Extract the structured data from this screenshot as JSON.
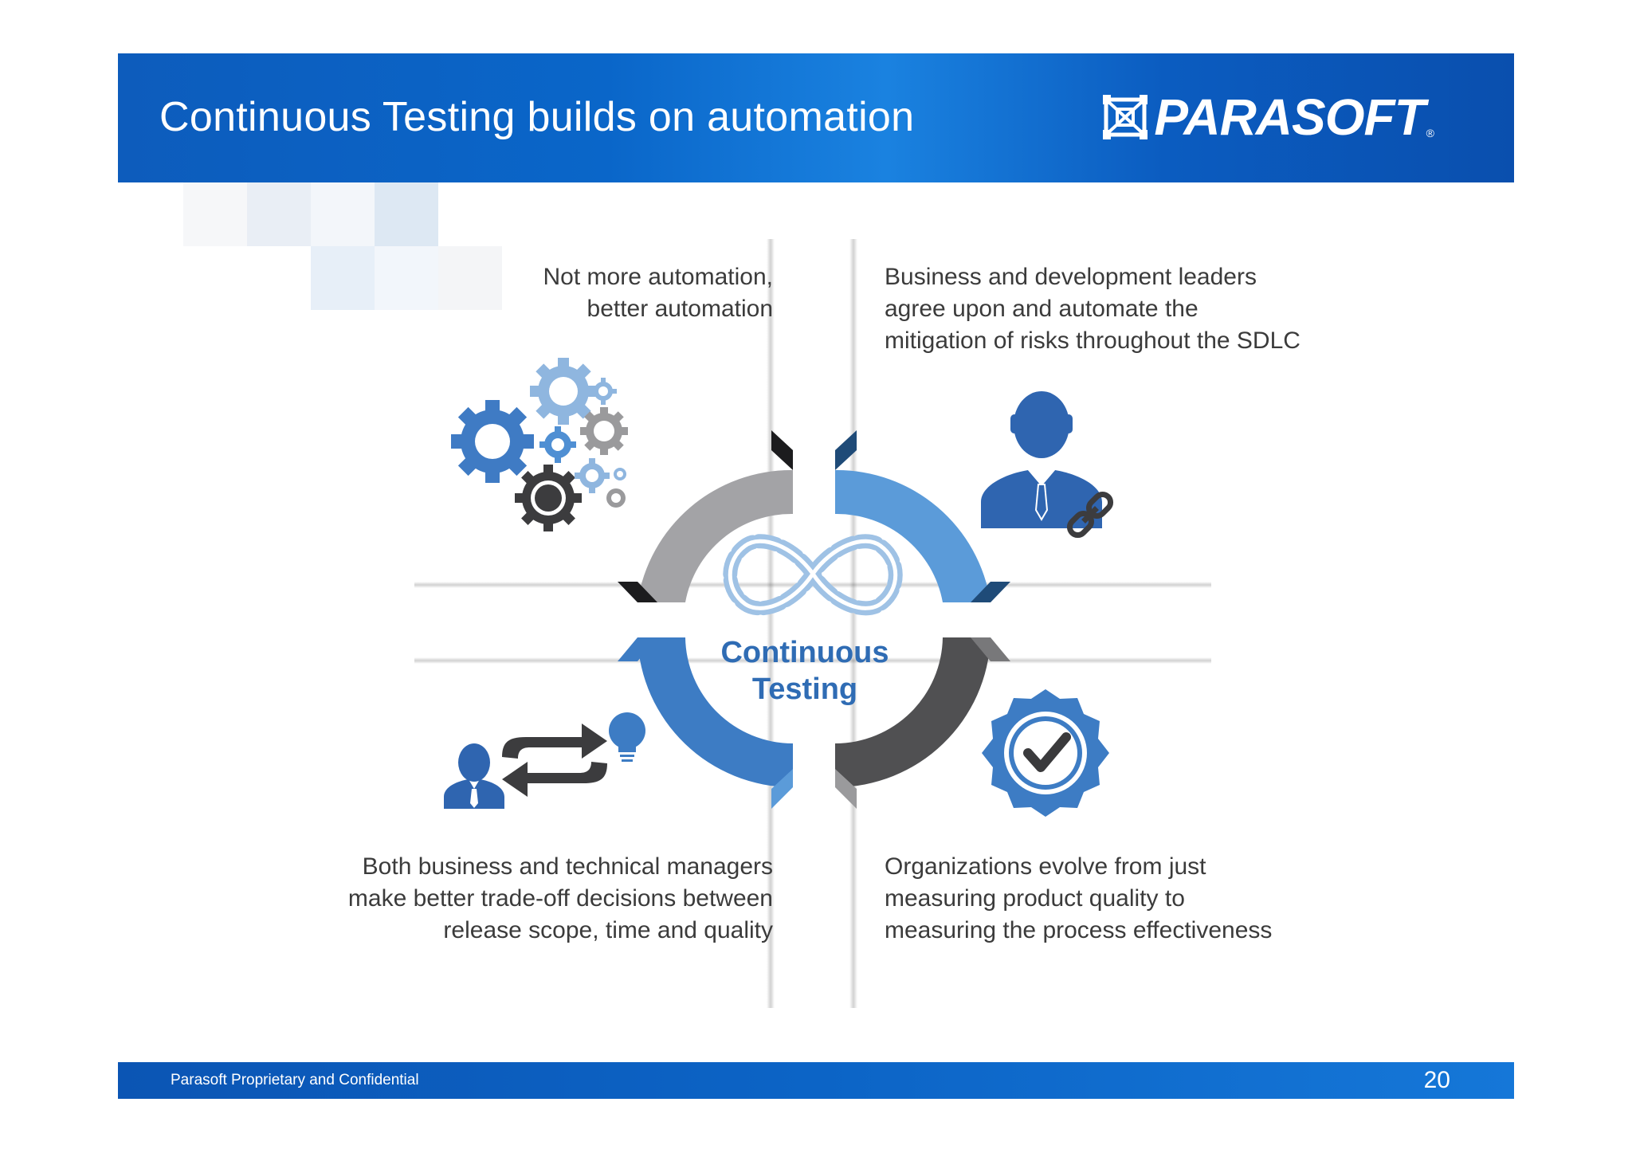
{
  "header": {
    "title": "Continuous Testing builds on automation",
    "logo_text": "PARASOFT",
    "logo_reg": "®"
  },
  "quadrants": {
    "top_left": {
      "lines": [
        "Not more automation,",
        "better automation"
      ],
      "icon": "gears-icon"
    },
    "top_right": {
      "lines": [
        "Business and development leaders",
        "agree upon and automate the",
        "mitigation of risks throughout the SDLC"
      ],
      "icon": "business-person-link-icon"
    },
    "bottom_left": {
      "lines": [
        "Both business and technical managers",
        "make better trade-off decisions between",
        "release scope, time and quality"
      ],
      "icon": "person-exchange-idea-icon"
    },
    "bottom_right": {
      "lines": [
        "Organizations evolve from just",
        "measuring product quality to",
        "measuring the process effectiveness"
      ],
      "icon": "checkmark-badge-icon"
    }
  },
  "center": {
    "lines": [
      "Continuous",
      "Testing"
    ],
    "icon": "infinity-icon"
  },
  "footer": {
    "confidential": "Parasoft Proprietary and Confidential",
    "page_number": "20"
  },
  "colors": {
    "header_blue": "#0a66c9",
    "ring_gray": "#a3a3a6",
    "ring_light_blue": "#5b9bd9",
    "ring_blue": "#3d7cc4",
    "ring_dark": "#505052",
    "center_text": "#2f6cb4",
    "icon_blue": "#2f65b0"
  }
}
